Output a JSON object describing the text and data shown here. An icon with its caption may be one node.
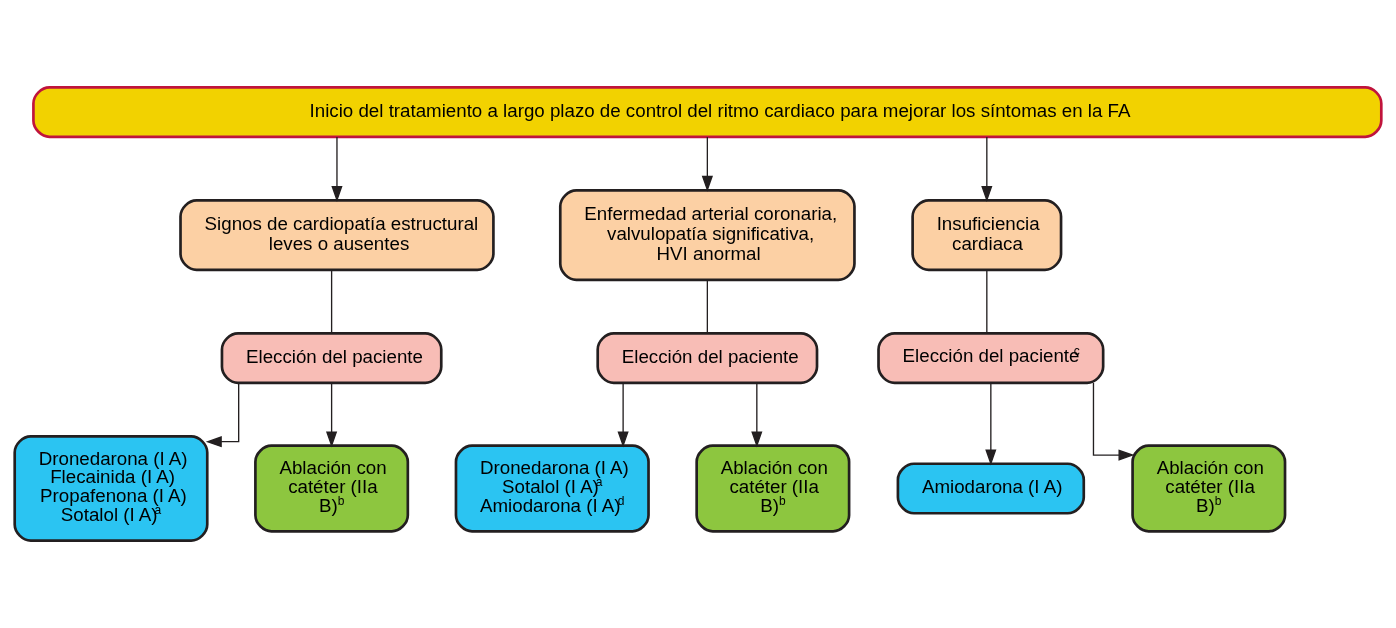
{
  "diagram": {
    "nodes": [
      {
        "text": [
          "Inicio del tratamiento a largo plazo de control del ritmo cardiaco para mejorar los síntomas en la FA"
        ]
      },
      {
        "text": [
          "Signos de cardiopatía estructural leves o ausentes"
        ]
      },
      {
        "text": [
          "Enfermedad arterial coronaria, valvulopatía significativa, HVI anormal"
        ]
      },
      {
        "text": [
          "Insuficiencia cardiaca"
        ]
      },
      {
        "text": [
          "Elección del paciente"
        ]
      },
      {
        "text": [
          "Elección del paciente"
        ]
      },
      {
        "text": [
          "Elección del paciente$^{c}$"
        ]
      },
      {
        "text": [
          "Dronedarona (I A)",
          "Flecainida (I A)",
          "Propafenona (I A)",
          "Sotalol (I A)$^{a}$"
        ]
      },
      {
        "text": [
          "Ablación con catéter (IIa B)$^{b}$"
        ]
      },
      {
        "text": [
          "Dronedarona (I A)",
          "Sotalol (I A)$^{a}$",
          "Amiodarona (I A)$^{d}$"
        ]
      },
      {
        "text": [
          "Ablación con catéter (IIa B)$^{b}$"
        ]
      },
      {
        "text": [
          "Amiodarona (I A)"
        ]
      },
      {
        "text": [
          "Ablación con catéter (IIa B)$^{b}$"
        ]
      }
    ],
    "edges": [
      {
        "from": 0,
        "to": 1,
        "arrow": "to"
      },
      {
        "from": 0,
        "to": 2,
        "arrow": "to"
      },
      {
        "from": 0,
        "to": 3,
        "arrow": "to"
      },
      {
        "from": 1,
        "to": 4,
        "arrow": "none"
      },
      {
        "from": 2,
        "to": 5,
        "arrow": "none"
      },
      {
        "from": 3,
        "to": 6,
        "arrow": "none"
      },
      {
        "from": 4,
        "to": 7,
        "arrow": "to"
      },
      {
        "from": 4,
        "to": 8,
        "arrow": "to"
      },
      {
        "from": 5,
        "to": 9,
        "arrow": "to"
      },
      {
        "from": 5,
        "to": 10,
        "arrow": "to"
      },
      {
        "from": 6,
        "to": 11,
        "arrow": "to"
      },
      {
        "from": 6,
        "to": 12,
        "arrow": "to"
      }
    ]
  }
}
